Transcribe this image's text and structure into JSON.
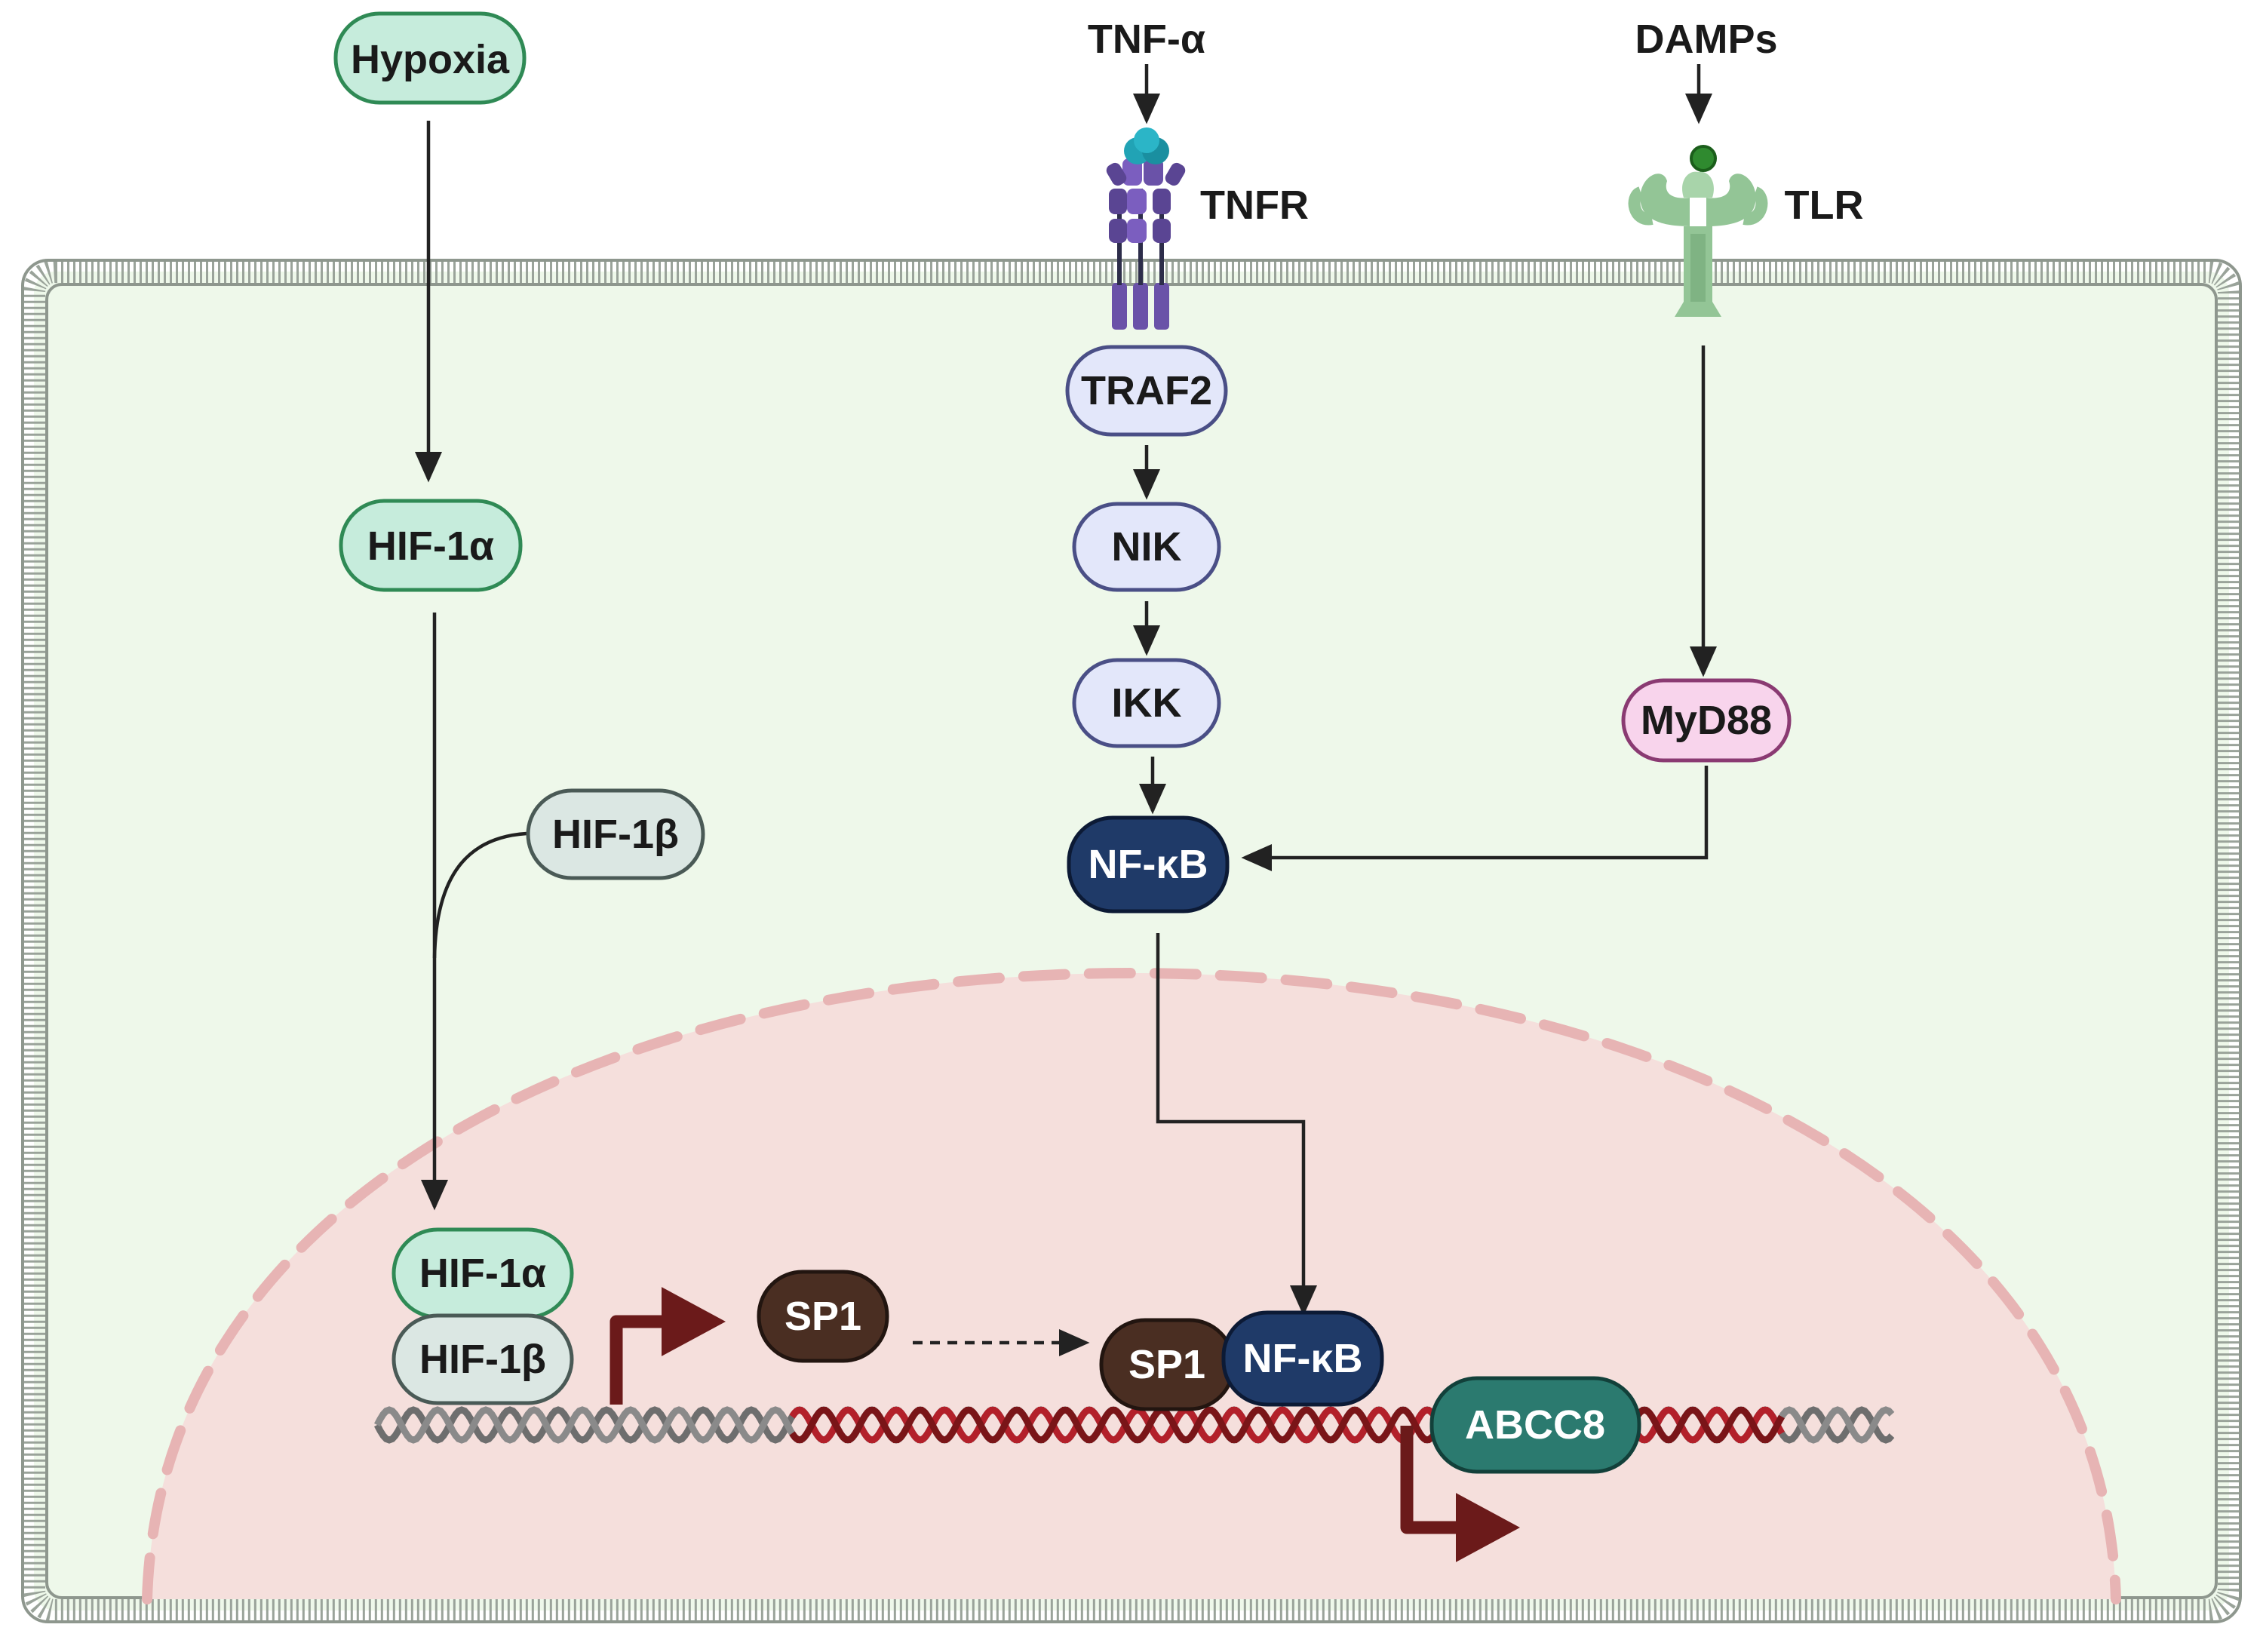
{
  "signals": {
    "tnf_alpha": "TNF-α",
    "damps": "DAMPs"
  },
  "receptors": {
    "tnfr": "TNFR",
    "tlr": "TLR"
  },
  "nodes": {
    "hypoxia": "Hypoxia",
    "hif1a_cyto": "HIF-1α",
    "hif1b_cyto": "HIF-1β",
    "traf2": "TRAF2",
    "nik": "NIK",
    "ikk": "IKK",
    "myd88": "MyD88",
    "nfkb_cyto": "NF-κB",
    "hif1a_nuc": "HIF-1α",
    "hif1b_nuc": "HIF-1β",
    "sp1_free": "SP1",
    "sp1_bound": "SP1",
    "nfkb_nuc": "NF-κB",
    "abcc8": "ABCC8"
  },
  "colors": {
    "cytoplasm": "#eef8ea",
    "nucleus": "#f5dfdc",
    "membrane": "#9aa39a",
    "hif_green": "#c6ecdc",
    "traf_lilac": "#e3e7fa",
    "myd88_pink": "#f8d4ec",
    "nfkb_navy": "#1f3a68",
    "sp1_brown": "#4a2e22",
    "abcc8_teal": "#2b7a6f",
    "transcription_arrow": "#6b1a1a",
    "dna_red": "#b3202a"
  }
}
